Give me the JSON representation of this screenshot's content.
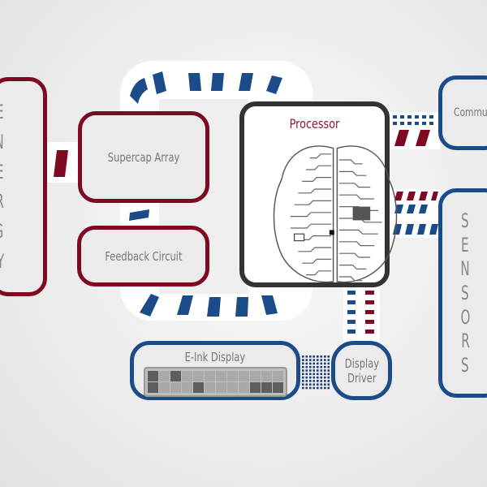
{
  "energy": {
    "letters": [
      "E",
      "N",
      "E",
      "R",
      "G",
      "Y"
    ],
    "color": "#7d0a22"
  },
  "supercap": {
    "label": "Supercap Array"
  },
  "feedback": {
    "label": "Feedback Circuit"
  },
  "processor": {
    "label": "Processor",
    "icon": "circuit-brain-icon",
    "color": "#8b1a2a"
  },
  "communication": {
    "label": "Commu"
  },
  "sensors": {
    "letters": [
      "S",
      "E",
      "N",
      "S",
      "O",
      "R",
      "S"
    ]
  },
  "eink": {
    "label": "E-Ink Display",
    "pixels": [
      [
        1,
        0,
        1,
        0,
        0,
        0,
        0,
        0,
        0,
        0,
        0,
        0
      ],
      [
        1,
        0,
        0,
        0,
        1,
        0,
        0,
        0,
        0,
        1,
        1,
        1
      ]
    ]
  },
  "driver": {
    "label_line1": "Display",
    "label_line2": "Driver"
  },
  "colors": {
    "red": "#7d0a22",
    "blue": "#1b4b88",
    "dark": "#333333"
  }
}
